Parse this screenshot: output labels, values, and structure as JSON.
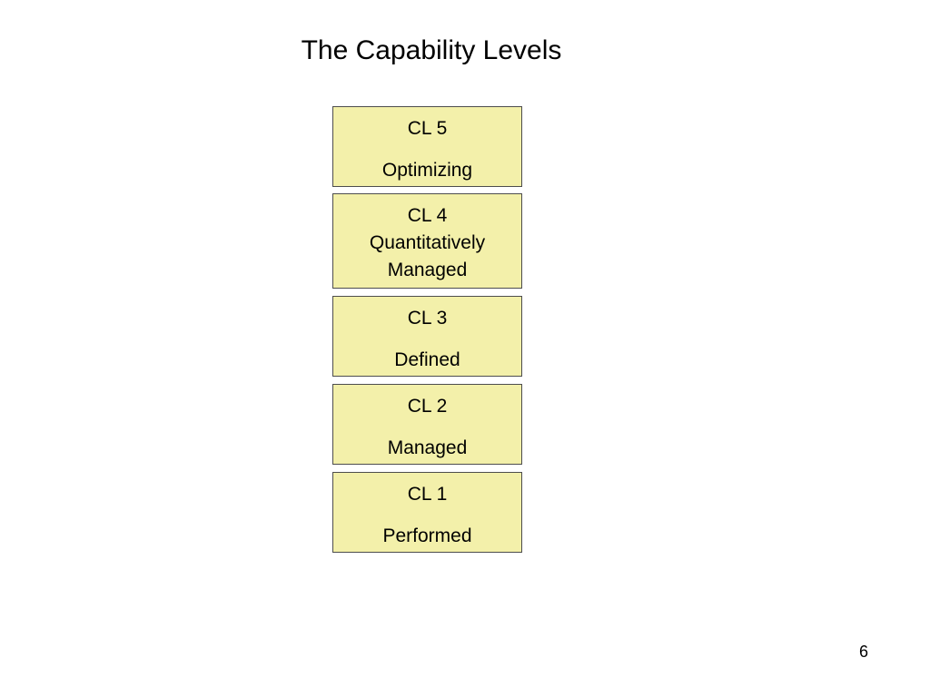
{
  "slide": {
    "title": "The Capability Levels",
    "page_number": "6"
  },
  "levels": [
    {
      "id": "CL 5",
      "name": "Optimizing"
    },
    {
      "id": "CL 4",
      "name": "Quantitatively Managed"
    },
    {
      "id": "CL 3",
      "name": "Defined"
    },
    {
      "id": "CL 2",
      "name": "Managed"
    },
    {
      "id": "CL 1",
      "name": "Performed"
    }
  ],
  "colors": {
    "box_fill": "#f3f0aa",
    "box_border": "#4d4d4d",
    "text": "#000000",
    "background": "#ffffff"
  }
}
